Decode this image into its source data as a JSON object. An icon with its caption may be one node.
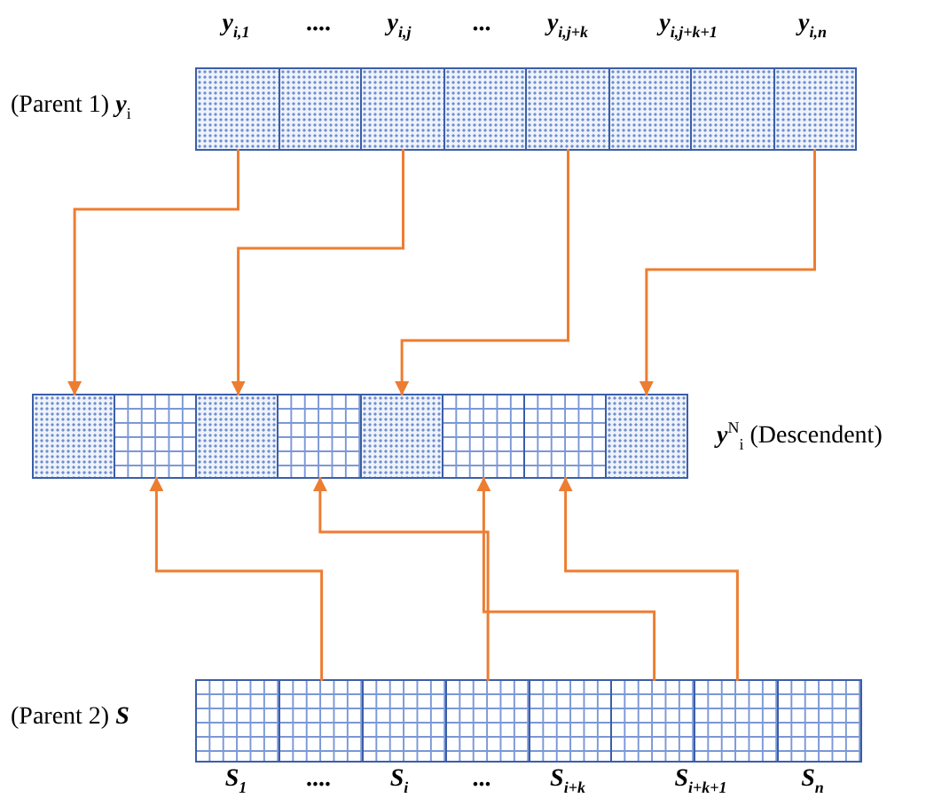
{
  "diagram": {
    "nodes": [
      {
        "text": [
          "(Parent 1) **y**$_{i}$"
        ]
      },
      {
        "text": [],
        "shape": "box",
        "in": 0
      },
      {
        "text": [],
        "shape": "box",
        "in": 0
      },
      {
        "text": [],
        "shape": "box",
        "in": 0
      },
      {
        "text": [],
        "shape": "box",
        "in": 0
      },
      {
        "text": [],
        "shape": "box",
        "in": 0
      },
      {
        "text": [],
        "shape": "box",
        "in": 0
      },
      {
        "text": [],
        "shape": "box",
        "in": 0
      },
      {
        "text": [],
        "shape": "box",
        "in": 0
      },
      {
        "text": [
          "**y**$^{N}$$_{i}$ (Descendent)"
        ]
      },
      {
        "text": [],
        "shape": "box",
        "in": 9
      },
      {
        "text": [],
        "shape": "box",
        "in": 9
      },
      {
        "text": [],
        "shape": "box",
        "in": 9
      },
      {
        "text": [],
        "shape": "box",
        "in": 9
      },
      {
        "text": [],
        "shape": "box",
        "in": 9
      },
      {
        "text": [],
        "shape": "box",
        "in": 9
      },
      {
        "text": [],
        "shape": "box",
        "in": 9
      },
      {
        "text": [],
        "shape": "box",
        "in": 9
      },
      {
        "text": [
          "(Parent 2) **S**"
        ]
      },
      {
        "text": [],
        "shape": "box",
        "in": 18
      },
      {
        "text": [],
        "shape": "box",
        "in": 18
      },
      {
        "text": [],
        "shape": "box",
        "in": 18
      },
      {
        "text": [],
        "shape": "box",
        "in": 18
      },
      {
        "text": [],
        "shape": "box",
        "in": 18
      },
      {
        "text": [],
        "shape": "box",
        "in": 18
      },
      {
        "text": [],
        "shape": "box",
        "in": 18
      },
      {
        "text": [],
        "shape": "box",
        "in": 18
      }
    ],
    "edges": [
      {
        "from": 1,
        "to": 10,
        "arrow": "to"
      },
      {
        "from": 3,
        "to": 12,
        "arrow": "to"
      },
      {
        "from": 5,
        "to": 14,
        "arrow": "to"
      },
      {
        "from": 8,
        "to": 17,
        "arrow": "to"
      },
      {
        "from": 20,
        "to": 11,
        "arrow": "to"
      },
      {
        "from": 22,
        "to": 13,
        "arrow": "to"
      },
      {
        "from": 24,
        "to": 15,
        "arrow": "to"
      },
      {
        "from": 25,
        "to": 16,
        "arrow": "to"
      }
    ],
    "labels": [
      "y$_{i,1}$",
      "....",
      "y$_{i,j}$",
      "...",
      "y$_{i,j+k}$",
      "y$_{i,j+k+1}$",
      "y$_{i,n}$",
      "S$_{1}$",
      "....",
      "S$_{i}$",
      "...",
      "S$_{i+k}$",
      "S$_{i+k+1}$",
      "S$_{n}$"
    ]
  }
}
